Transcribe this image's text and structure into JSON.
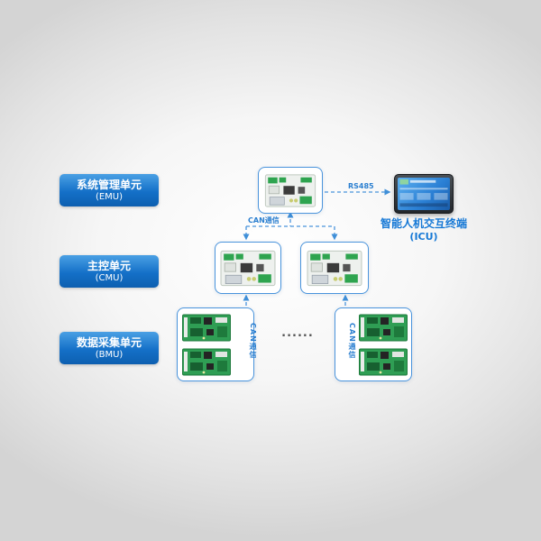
{
  "labels": {
    "emu": {
      "name": "系统管理单元",
      "code": "(EMU)"
    },
    "cmu": {
      "name": "主控单元",
      "code": "(CMU)"
    },
    "bmu": {
      "name": "数据采集单元",
      "code": "(BMU)"
    },
    "icu": {
      "name": "智能人机交互终端",
      "code": "(ICU)"
    }
  },
  "connections": {
    "rs485": "RS485",
    "can_top": "CAN通信",
    "can_left": "CAN通信",
    "can_right": "CAN通信",
    "ellipsis": "......"
  },
  "colors": {
    "label_blue": "#1470c8",
    "line_blue": "#4a94dc",
    "pcb_green": "#2f9e54",
    "screen_blue": "#2a7fd4",
    "bezel_dark": "#23272b"
  }
}
